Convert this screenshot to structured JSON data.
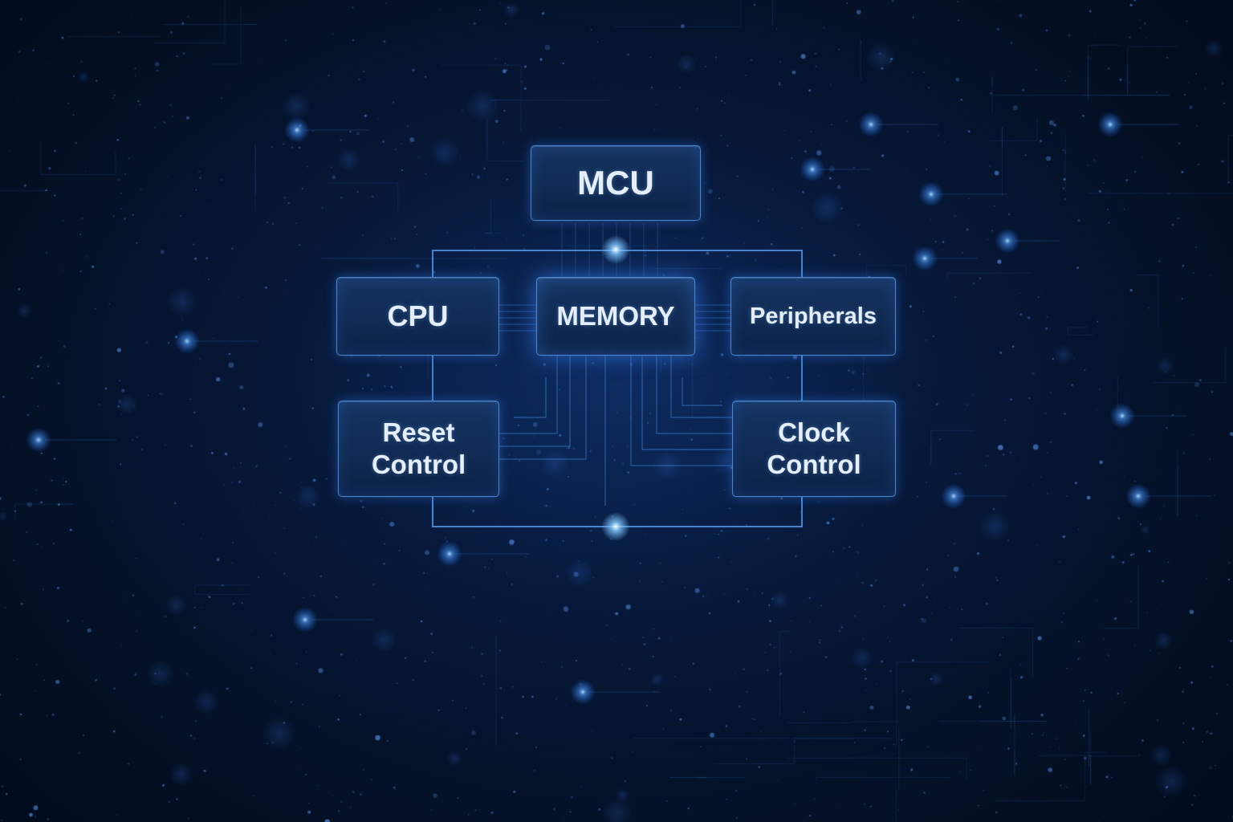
{
  "diagram": {
    "top_node": {
      "label": "MCU"
    },
    "middle_row": [
      {
        "label": "CPU"
      },
      {
        "label": "MEMORY"
      },
      {
        "label": "Peripherals"
      }
    ],
    "bottom_row": [
      {
        "lines": [
          "Reset",
          "Control"
        ]
      },
      {
        "lines": [
          "Clock",
          "Control"
        ]
      }
    ],
    "connections": [
      [
        "MCU",
        "CPU"
      ],
      [
        "MCU",
        "MEMORY"
      ],
      [
        "MCU",
        "Peripherals"
      ],
      [
        "CPU",
        "Reset Control"
      ],
      [
        "Peripherals",
        "Clock Control"
      ],
      [
        "MEMORY",
        "Reset Control"
      ],
      [
        "MEMORY",
        "Clock Control"
      ]
    ]
  },
  "colors": {
    "background": "#030b1e",
    "node_fill": "#12305c",
    "node_border": "#60a5fa",
    "line": "#4a90e2",
    "glow": "#7cc4ff",
    "text": "#e4eefc"
  }
}
